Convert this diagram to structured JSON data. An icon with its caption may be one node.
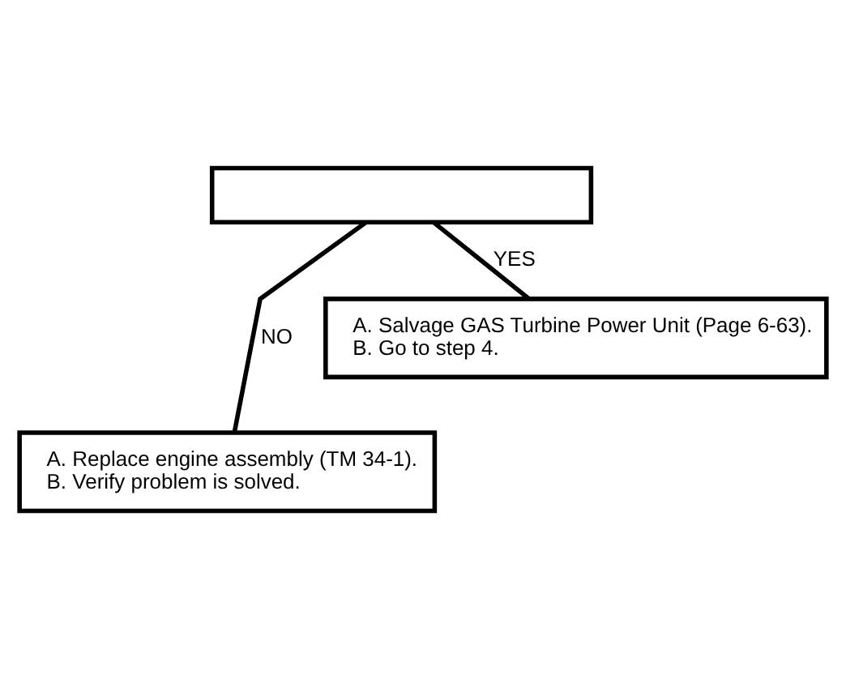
{
  "diagram": {
    "nodes": [
      {
        "text": [],
        "shape": "box"
      },
      {
        "text": [
          "A. Salvage GAS Turbine Power Unit (Page 6-63).",
          "B. Go to step 4."
        ]
      },
      {
        "text": [
          "A. Replace engine assembly (TM 34-1).",
          "B. Verify problem is solved."
        ]
      }
    ],
    "edges": [
      {
        "from": 0,
        "to": 2,
        "label": "NO",
        "arrow": "none"
      },
      {
        "from": 0,
        "to": 1,
        "label": "YES",
        "arrow": "none"
      }
    ]
  }
}
